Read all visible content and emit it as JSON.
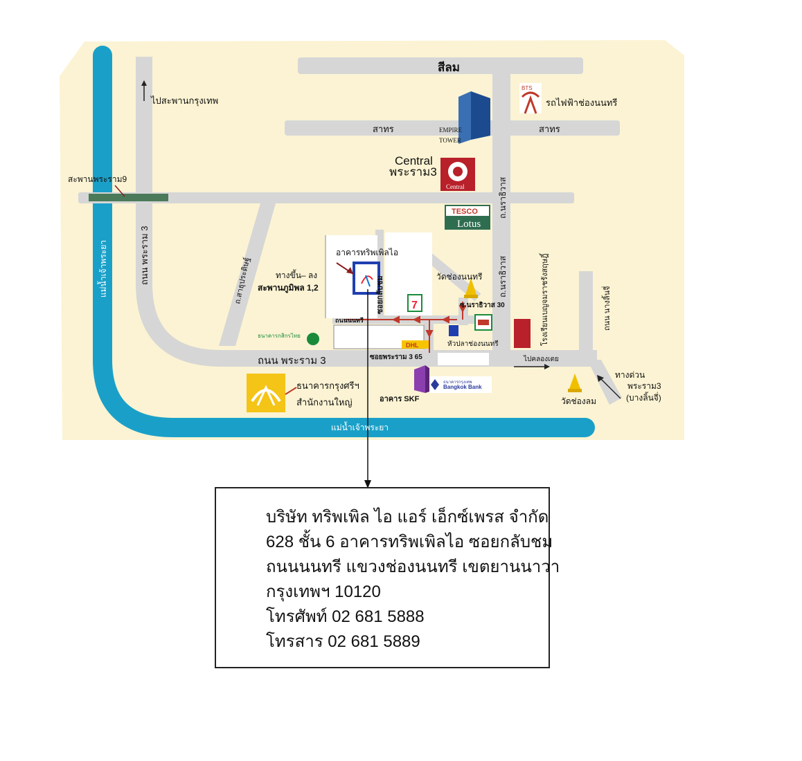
{
  "colors": {
    "background": "#fbf3d3",
    "road": "#d6d6d6",
    "river": "#1aa0c8",
    "bridge": "#4a7a5a",
    "route_arrow": "#c0392b",
    "central_red": "#b8202a",
    "tesco_green": "#2f6d51",
    "krungsri_yellow": "#f4c417",
    "skf_purple": "#8b3fae",
    "dhl_yellow": "#f7c500"
  },
  "map": {
    "roads": {
      "silom": "สีลม",
      "sathorn_left": "สาทร",
      "sathorn_right": "สาทร",
      "nararama3": "ถนน พระราม 3",
      "rama3_vertical": "ถนน พระราม 3",
      "narathiwat_top": "ถ.นราธิวาส",
      "narathiwat_bottom": "ถ.นราธิวาส",
      "nonsi_road": "ถนนนนทรี",
      "soi_klabchom": "ซอยกลับชม",
      "soi_narathiwat30": "ซ.นราธิวาส 30",
      "soi_rama3_65": "ซอยพระราม 3 65",
      "nang_linchi": "ถนน นางลิ้นจี่",
      "chan_road": "ถ.สาธุประดิษฐ์",
      "to_khlong_toei": "ไปคลองเตย",
      "to_krungthep_bridge": "ไปสะพานกรุงเทพ"
    },
    "places": {
      "bts": "รถไฟฟ้าช่องนนทรี",
      "bts_logo": "BTS",
      "empire_tower_line1": "EMPIRE",
      "empire_tower_line2": "TOWER",
      "central_name": "Central",
      "central_branch": "พระราม3",
      "central_logo_text": "Central",
      "tesco_top": "TESCO",
      "tesco_bottom": "Lotus",
      "triple_i_building": "อาคารทริพเพิลไอ",
      "wat_chongnonsi": "วัดช่องนนทรี",
      "bhumibol_ramp_line1": "ทางขึ้น– ลง",
      "bhumibol_ramp_line2": "สะพานภูมิพล 1,2",
      "kasikorn": "ธนาคารกสิกรไทย",
      "dhl": "DHL",
      "hua_pla": "หัวปลาช่องนนทรี",
      "school": "โรงเรียนเบญจมราชรังสฤษฎิ์",
      "rama9_bridge": "สะพานพระราม9",
      "krungsri_line1": "ธนาคารกรุงศรีฯ",
      "krungsri_line2": "สำนักงานใหญ่",
      "skf": "อาคาร SKF",
      "bangkok_bank_th": "ธนาคารกรุงเทพ",
      "bangkok_bank_en": "Bangkok Bank",
      "wat_chonglom": "วัดช่องลม",
      "expressway_line1": "ทางด่วน",
      "expressway_line2": "พระราม3",
      "expressway_line3": "(บางลิ้นจี่)",
      "river_bottom": "แม่น้ำเจ้าพระยา",
      "river_left": "แม่น้ำเจ้าพระยา"
    }
  },
  "address": {
    "line1": "บริษัท ทริพเพิล ไอ แอร์ เอ็กซ์เพรส จำกัด",
    "line2": "628 ชั้น 6 อาคารทริพเพิลไอ ซอยกลับชม",
    "line3": "ถนนนนทรี แขวงช่องนนทรี เขตยานนาวา",
    "line4": "กรุงเทพฯ 10120",
    "line5": "โทรศัพท์  02 681 5888",
    "line6": "โทรสาร   02 681 5889"
  }
}
